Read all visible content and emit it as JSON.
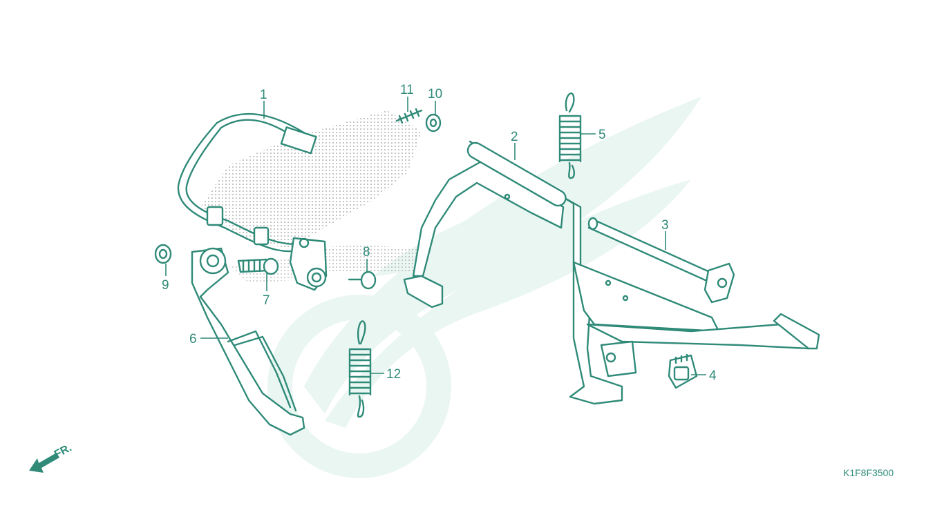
{
  "callouts": {
    "c1": "1",
    "c2": "2",
    "c3": "3",
    "c4": "4",
    "c5": "5",
    "c6": "6",
    "c7": "7",
    "c8": "8",
    "c9": "9",
    "c10": "10",
    "c11": "11",
    "c12": "12"
  },
  "direction_label": "FR.",
  "diagram_code": "K1F8F3500",
  "colors": {
    "line": "#2f8a78",
    "watermark": "#eaf6f2",
    "dots": "#a6aaa8"
  }
}
